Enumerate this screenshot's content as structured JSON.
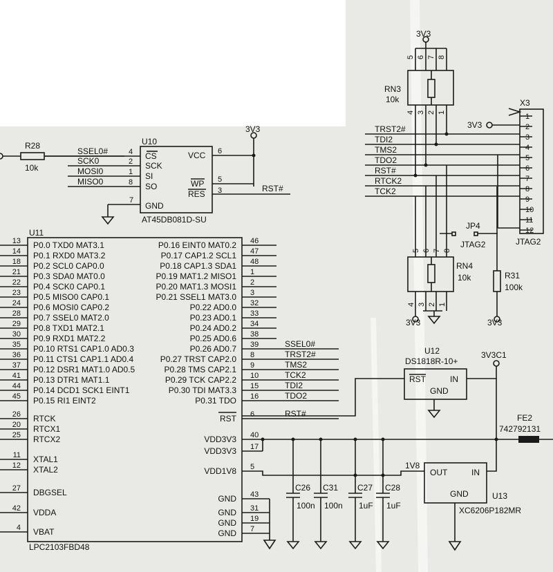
{
  "colors": {
    "paper": "#e9e9e6",
    "ink": "#1a1a1a"
  },
  "power": {
    "p3v3": "3V3",
    "p1v8": "1V8",
    "p3v3c1": "3V3C1"
  },
  "r28": {
    "ref": "R28",
    "value": "10k"
  },
  "u10": {
    "ref": "U10",
    "part": "AT45DB081D-SU",
    "left_pins": [
      {
        "num": "4",
        "name": "CS",
        "net": "SSEL0#"
      },
      {
        "num": "2",
        "name": "SCK",
        "net": "SCK0"
      },
      {
        "num": "1",
        "name": "SI",
        "net": "MOSI0"
      },
      {
        "num": "8",
        "name": "SO",
        "net": "MISO0"
      }
    ],
    "gnd_pin": {
      "num": "7",
      "name": "GND"
    },
    "right_pins": [
      {
        "num": "6",
        "name": "VCC"
      },
      {
        "num": "5",
        "name": "WP"
      },
      {
        "num": "3",
        "name": "RES"
      }
    ],
    "rst_net": "RST#"
  },
  "rn3": {
    "ref": "RN3",
    "value": "10k",
    "top_pins": [
      "5",
      "6",
      "7",
      "8"
    ],
    "bot_pins": [
      "4",
      "3",
      "2",
      "1"
    ]
  },
  "rn4": {
    "ref": "RN4",
    "value": "10k",
    "top_pins": [
      "5",
      "6",
      "7",
      "8"
    ],
    "bot_pins": [
      "4",
      "3",
      "2",
      "1"
    ]
  },
  "jtag_nets": [
    "TRST2#",
    "TDI2",
    "TMS2",
    "TDO2",
    "RST#",
    "RTCK2",
    "TCK2"
  ],
  "x3": {
    "ref": "X3",
    "part": "JTAG2",
    "pins": [
      "1",
      "2",
      "3",
      "4",
      "5",
      "6",
      "7",
      "8",
      "9",
      "10",
      "11",
      "12"
    ]
  },
  "jp4": {
    "ref": "JP4",
    "label": "JTAG2"
  },
  "r31": {
    "ref": "R31",
    "value": "100k"
  },
  "u11": {
    "ref": "U11",
    "part": "LPC2103FBD48",
    "left": [
      {
        "num": "13",
        "name": "P0.0 TXD0 MAT3.1"
      },
      {
        "num": "14",
        "name": "P0.1 RXD0 MAT3.2"
      },
      {
        "num": "18",
        "name": "P0.2 SCL0 CAP0.0"
      },
      {
        "num": "21",
        "name": "P0.3 SDA0 MAT0.0"
      },
      {
        "num": "22",
        "name": "P0.4 SCK0 CAP0.1"
      },
      {
        "num": "23",
        "name": "P0.5 MISO0 CAP0.1"
      },
      {
        "num": "24",
        "name": "P0.6 MOSI0 CAP0.2"
      },
      {
        "num": "28",
        "name": "P0.7 SSEL0 MAT2.0"
      },
      {
        "num": "29",
        "name": "P0.8 TXD1 MAT2.1"
      },
      {
        "num": "30",
        "name": "P0.9 RXD1 MAT2.2"
      },
      {
        "num": "35",
        "name": "P0.10 RTS1 CAP1.0 AD0.3"
      },
      {
        "num": "36",
        "name": "P0.11 CTS1 CAP1.1 AD0.4"
      },
      {
        "num": "37",
        "name": "P0.12 DSR1 MAT1.0 AD0.5"
      },
      {
        "num": "41",
        "name": "P0.13 DTR1 MAT1.1"
      },
      {
        "num": "44",
        "name": "P0.14 DCD1 SCK1 EINT1"
      },
      {
        "num": "45",
        "name": "P0.15 RI1 EINT2"
      },
      {
        "num": "26",
        "name": "RTCK"
      },
      {
        "num": "20",
        "name": "RTCX1"
      },
      {
        "num": "25",
        "name": "RTCX2"
      },
      {
        "num": "11",
        "name": "XTAL1"
      },
      {
        "num": "12",
        "name": "XTAL2"
      },
      {
        "num": "27",
        "name": "DBGSEL"
      },
      {
        "num": "42",
        "name": "VDDA"
      },
      {
        "num": "4",
        "name": "VBAT"
      }
    ],
    "right": [
      {
        "num": "46",
        "name": "P0.16 EINT0 MAT0.2",
        "net": ""
      },
      {
        "num": "47",
        "name": "P0.17 CAP1.2 SCL1",
        "net": ""
      },
      {
        "num": "48",
        "name": "P0.18 CAP1.3 SDA1",
        "net": ""
      },
      {
        "num": "1",
        "name": "P0.19 MAT1.2 MISO1",
        "net": ""
      },
      {
        "num": "2",
        "name": "P0.20 MAT1.3 MOSI1",
        "net": ""
      },
      {
        "num": "3",
        "name": "P0.21 SSEL1 MAT3.0",
        "net": ""
      },
      {
        "num": "32",
        "name": "P0.22 AD0.0",
        "net": ""
      },
      {
        "num": "33",
        "name": "P0.23 AD0.1",
        "net": ""
      },
      {
        "num": "34",
        "name": "P0.24 AD0.2",
        "net": ""
      },
      {
        "num": "38",
        "name": "P0.25 AD0.6",
        "net": ""
      },
      {
        "num": "39",
        "name": "P0.26 AD0.7",
        "net": "SSEL0#"
      },
      {
        "num": "8",
        "name": "P0.27 TRST CAP2.0",
        "net": "TRST2#"
      },
      {
        "num": "9",
        "name": "P0.28 TMS CAP2.1",
        "net": "TMS2"
      },
      {
        "num": "10",
        "name": "P0.29 TCK CAP2.2",
        "net": "TCK2"
      },
      {
        "num": "15",
        "name": "P0.30 TDI MAT3.3",
        "net": "TDI2"
      },
      {
        "num": "16",
        "name": "P0.31 TDO",
        "net": "TDO2"
      },
      {
        "num": "6",
        "name": "RST",
        "net": "RST#"
      },
      {
        "num": "40",
        "name": "VDD3V3",
        "net": ""
      },
      {
        "num": "17",
        "name": "VDD3V3",
        "net": ""
      },
      {
        "num": "5",
        "name": "VDD1V8",
        "net": ""
      },
      {
        "num": "43",
        "name": "GND",
        "net": ""
      },
      {
        "num": "31",
        "name": "GND",
        "net": ""
      },
      {
        "num": "19",
        "name": "GND",
        "net": ""
      },
      {
        "num": "7",
        "name": "GND",
        "net": ""
      }
    ]
  },
  "u12": {
    "ref": "U12",
    "part": "DS1818R-10+",
    "pin_rst": "RST",
    "pin_in": "IN",
    "pin_gnd": "GND"
  },
  "fe2": {
    "ref": "FE2",
    "value": "742792131"
  },
  "u13": {
    "ref": "U13",
    "part": "XC6206P182MR",
    "pin_out": "OUT",
    "pin_in": "IN",
    "pin_gnd": "GND"
  },
  "caps": [
    {
      "ref": "C26",
      "value": "100n"
    },
    {
      "ref": "C31",
      "value": "100n"
    },
    {
      "ref": "C27",
      "value": "1uF"
    },
    {
      "ref": "C28",
      "value": "1uF"
    }
  ]
}
